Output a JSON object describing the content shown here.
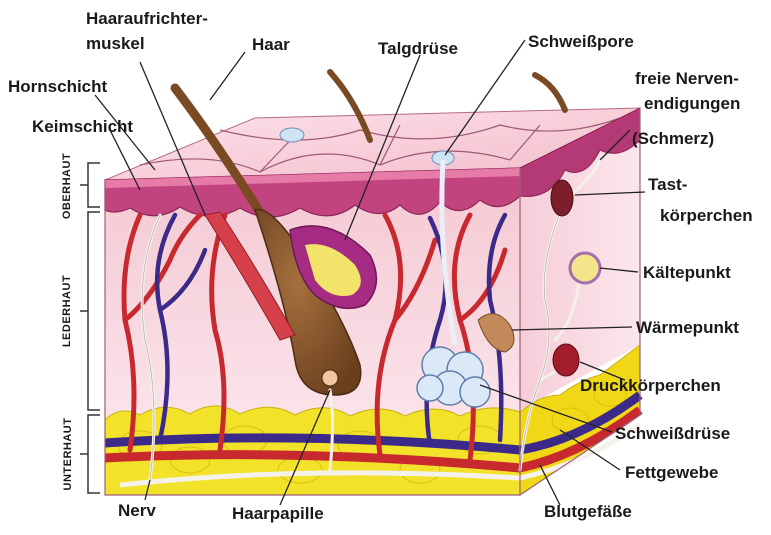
{
  "layers": {
    "oberhaut": "OBERHAUT",
    "lederhaut": "LEDERHAUT",
    "unterhaut": "UNTERHAUT"
  },
  "labels": {
    "haaraufrichtermuskel_1": "Haaraufrichter-",
    "haaraufrichtermuskel_2": "muskel",
    "haar": "Haar",
    "talgdruese": "Talgdrüse",
    "schweisspore": "Schweißpore",
    "hornschicht": "Hornschicht",
    "keimschicht": "Keimschicht",
    "freie_nerven_1": "freie Nerven-",
    "freie_nerven_2": "endigungen",
    "freie_nerven_3": "(Schmerz)",
    "tastkoerperchen_1": "Tast-",
    "tastkoerperchen_2": "körperchen",
    "kaeltepunkt": "Kältepunkt",
    "waermepunkt": "Wärmepunkt",
    "druckkoerperchen": "Druckkörperchen",
    "schweissdruese": "Schweißdrüse",
    "fettgewebe": "Fettgewebe",
    "nerv": "Nerv",
    "haarpapille": "Haarpapille",
    "blutgefaesse": "Blutgefäße"
  },
  "colors": {
    "epidermis": "#c2447f",
    "dermis": "#f6d3dc",
    "fat": "#f3e22a",
    "vein": "#3c2a8a",
    "artery": "#c8292f",
    "hair": "#7a4a24",
    "nerve": "#f4f1ea"
  }
}
